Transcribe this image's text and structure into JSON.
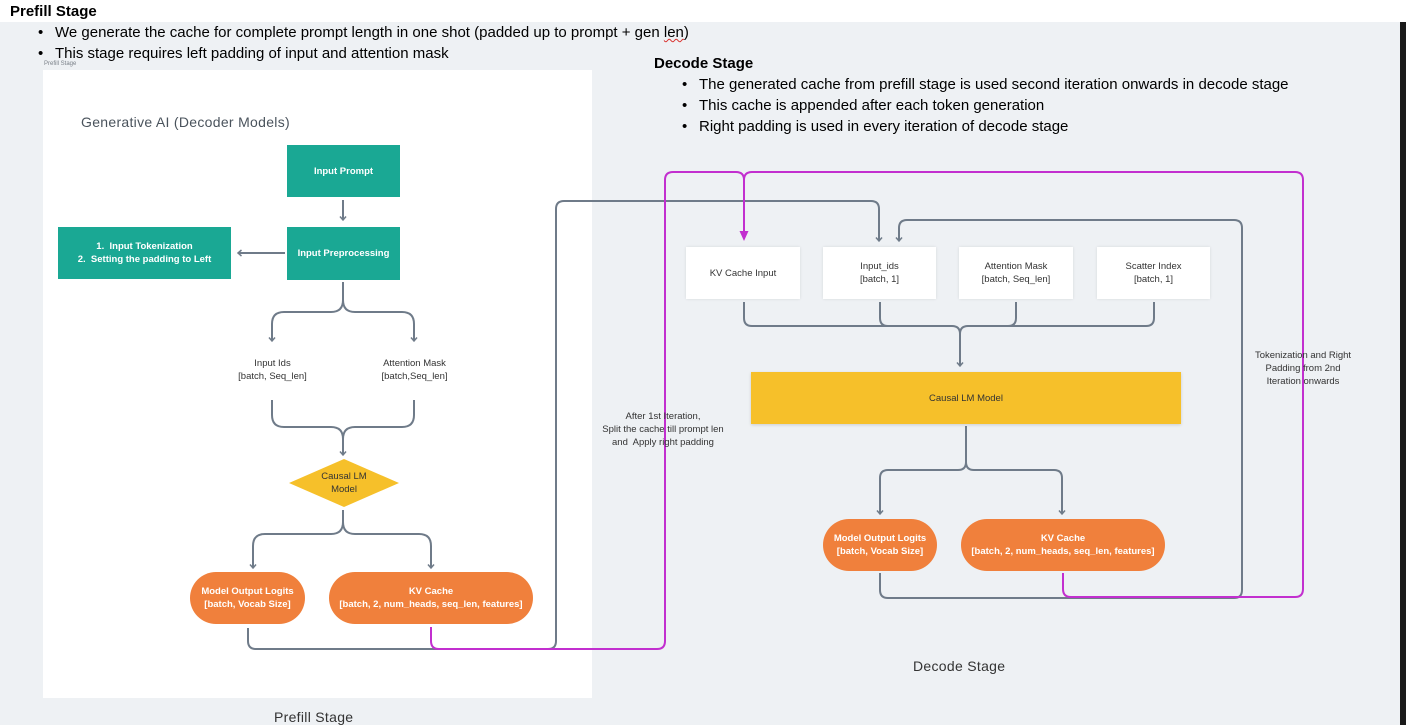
{
  "prefill_header": {
    "title": "Prefill Stage",
    "bullets": [
      "We generate the cache for complete prompt length in one shot (padded up to prompt + gen ",
      "This stage requires left padding of input and attention mask"
    ],
    "bullet_misspelled_word": "len",
    "bullet_tail": ")"
  },
  "decode_header": {
    "title": "Decode Stage",
    "bullets": [
      "The generated cache from prefill stage is used second iteration onwards in decode stage",
      "This cache is appended after each token generation",
      "Right padding is used in every iteration of decode stage"
    ]
  },
  "prefill_diagram": {
    "tiny_label": "Prefill Stage",
    "title": "Generative AI (Decoder Models)",
    "input_prompt": "Input Prompt",
    "input_preprocessing": "Input Preprocessing",
    "tokenization_lines": [
      "1.  Input Tokenization",
      "2.  Setting the padding to Left"
    ],
    "input_ids": [
      "Input Ids",
      "[batch, Seq_len]"
    ],
    "attention_mask": [
      "Attention Mask",
      "[batch,Seq_len]"
    ],
    "causal_lm": [
      "Causal LM",
      "Model"
    ],
    "output_logits": [
      "Model Output Logits",
      "[batch, Vocab Size]"
    ],
    "kv_cache": [
      "KV Cache",
      "[batch, 2, num_heads, seq_len, features]"
    ],
    "caption": "Prefill Stage"
  },
  "split_note": [
    "After 1st Iteration,",
    "Split the cache till prompt len",
    "and  Apply right padding"
  ],
  "decode_diagram": {
    "kv_cache_input": "KV Cache Input",
    "input_ids": [
      "Input_ids",
      "[batch, 1]"
    ],
    "attention_mask": [
      "Attention Mask",
      "[batch, Seq_len]"
    ],
    "scatter_index": [
      "Scatter Index",
      "[batch, 1]"
    ],
    "causal_lm": "Causal LM Model",
    "output_logits": [
      "Model Output Logits",
      "[batch, Vocab Size]"
    ],
    "kv_cache": [
      "KV Cache",
      "[batch, 2, num_heads, seq_len, features]"
    ],
    "tokenization_note": [
      "Tokenization and Right",
      "Padding from 2nd",
      "Iteration onwards"
    ],
    "caption": "Decode Stage"
  },
  "colors": {
    "teal": "#1aa894",
    "orange": "#f0803c",
    "yellow": "#f6c02a",
    "connector": "#6f7b89",
    "magenta": "#c22fcf"
  }
}
